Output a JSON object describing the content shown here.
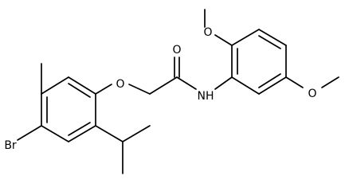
{
  "molecule": {
    "atom_labels": {
      "ether_oxygen": "O",
      "carbonyl_oxygen": "O",
      "amide_nitrogen": "NH",
      "methoxy_oxygen_top": "O",
      "methoxy_oxygen_right": "O",
      "bromine": "Br"
    }
  }
}
